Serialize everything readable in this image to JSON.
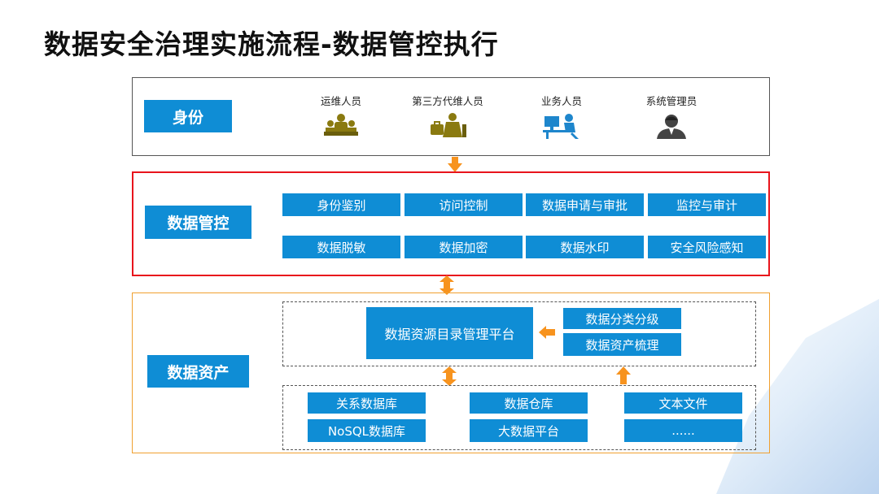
{
  "title": "数据安全治理实施流程-数据管控执行",
  "identity": {
    "label": "身份",
    "people": [
      {
        "name": "运维人员",
        "icon": "ops-staff-icon"
      },
      {
        "name": "第三方代维人员",
        "icon": "third-party-staff-icon"
      },
      {
        "name": "业务人员",
        "icon": "business-staff-icon"
      },
      {
        "name": "系统管理员",
        "icon": "system-admin-icon"
      }
    ]
  },
  "control": {
    "label": "数据管控",
    "row1": [
      "身份鉴别",
      "访问控制",
      "数据申请与审批",
      "监控与审计"
    ],
    "row2": [
      "数据脱敏",
      "数据加密",
      "数据水印",
      "安全风险感知"
    ]
  },
  "assets": {
    "label": "数据资产",
    "catalog_platform": "数据资源目录管理平台",
    "classification": "数据分类分级",
    "inventory": "数据资产梳理",
    "sources": [
      [
        "关系数据库",
        "数据仓库",
        "文本文件"
      ],
      [
        "NoSQL数据库",
        "大数据平台",
        "......"
      ]
    ]
  },
  "colors": {
    "box_blue": "#0f8dd5",
    "arrow_orange": "#f7931e",
    "control_border": "#e8141c",
    "assets_border": "#f0a030",
    "person_icon": "#8a7a10"
  }
}
